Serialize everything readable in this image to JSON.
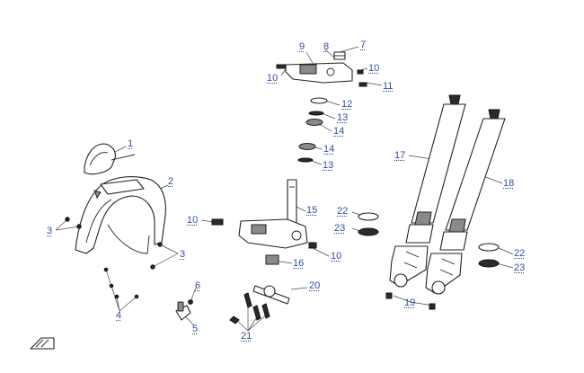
{
  "callouts": {
    "c1": "1",
    "c2": "2",
    "c3a": "3",
    "c3b": "3",
    "c4": "4",
    "c5": "5",
    "c6": "6",
    "c7": "7",
    "c8": "8",
    "c9": "9",
    "c10a": "10",
    "c10b": "10",
    "c10c": "10",
    "c10d": "10",
    "c11": "11",
    "c12": "12",
    "c13a": "13",
    "c13b": "13",
    "c14a": "14",
    "c14b": "14",
    "c15": "15",
    "c16": "16",
    "c17": "17",
    "c18": "18",
    "c19": "19",
    "c20": "20",
    "c21": "21",
    "c22a": "22",
    "c22b": "22",
    "c23a": "23",
    "c23b": "23"
  },
  "colors": {
    "callout": "#2f4f9a",
    "line": "#222222"
  }
}
